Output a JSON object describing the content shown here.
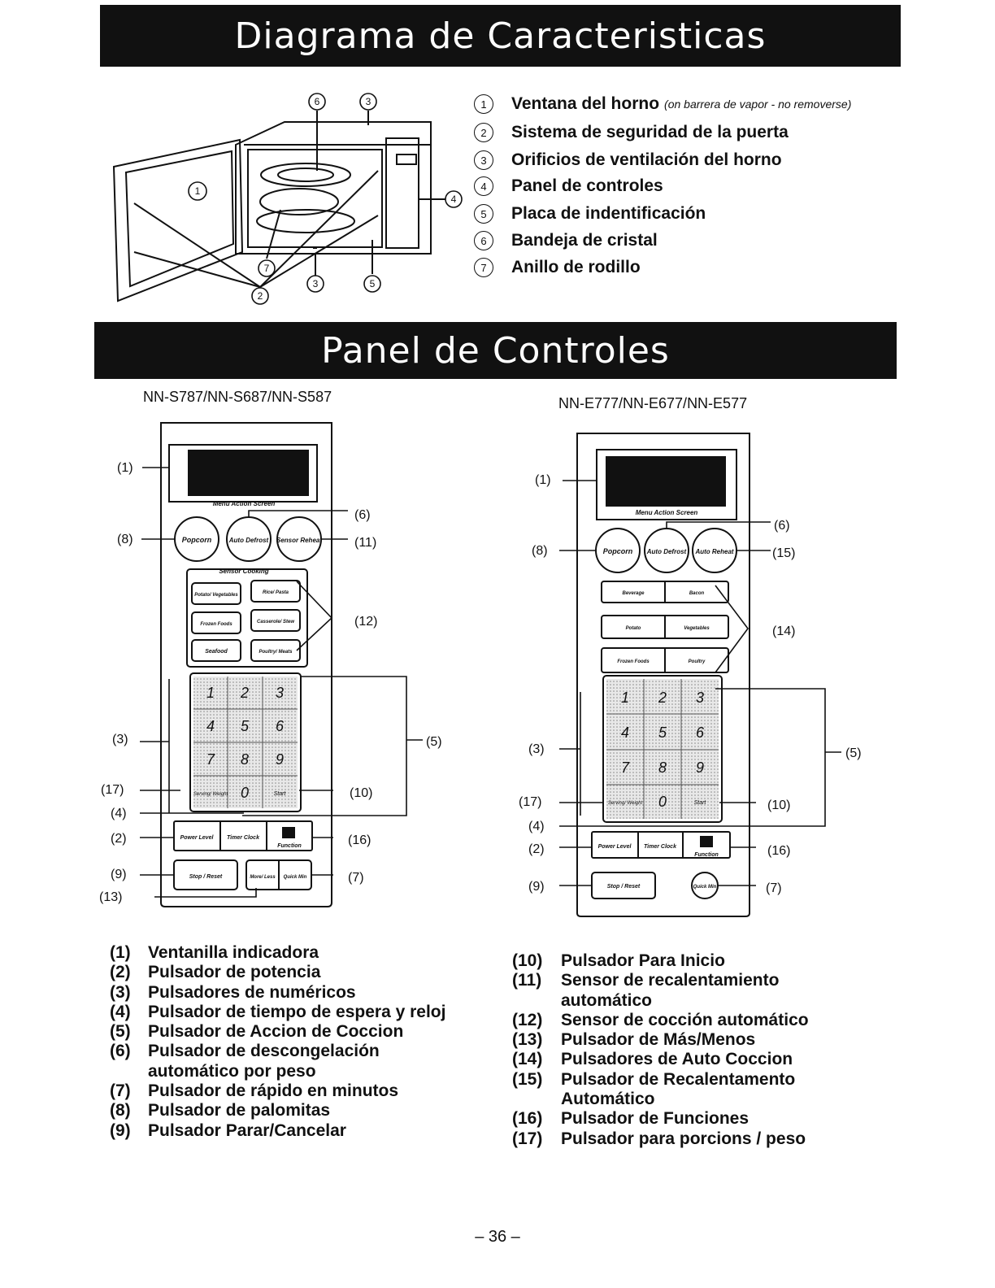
{
  "sections": {
    "features_title": "Diagrama de Caracteristicas",
    "panel_title": "Panel de Controles"
  },
  "features": [
    {
      "n": "1",
      "label": "Ventana del horno",
      "note": "(on barrera de vapor - no removerse)"
    },
    {
      "n": "2",
      "label": "Sistema de seguridad de la puerta"
    },
    {
      "n": "3",
      "label": "Orificios de ventilación del horno"
    },
    {
      "n": "4",
      "label": "Panel de controles"
    },
    {
      "n": "5",
      "label": "Placa de indentificación"
    },
    {
      "n": "6",
      "label": "Bandeja de cristal"
    },
    {
      "n": "7",
      "label": "Anillo de rodillo"
    }
  ],
  "oven_callouts": [
    "1",
    "2",
    "3",
    "3",
    "4",
    "5",
    "6",
    "7"
  ],
  "panel_left": {
    "model": "NN-S787/NN-S687/NN-S587",
    "screen_label": "Menu Action Screen",
    "sensor_label": "Sensor Cooking",
    "round_buttons": [
      "Popcorn",
      "Auto Defrost",
      "Sensor Reheat"
    ],
    "sensor_buttons": [
      "Potato/ Vegetables",
      "Rice/ Pasta",
      "Frozen Foods",
      "Casserole/ Stew",
      "Seafood",
      "Poultry/ Meats"
    ],
    "keys": [
      "1",
      "2",
      "3",
      "4",
      "5",
      "6",
      "7",
      "8",
      "9",
      "Serving/ Weight",
      "0",
      "Start"
    ],
    "bottom_buttons": [
      "Power Level",
      "Timer Clock",
      "Function"
    ],
    "stop_label": "Stop / Reset",
    "more_less": "More/ Less",
    "quick_min": "Quick Min",
    "callouts": [
      "(1)",
      "(8)",
      "(6)",
      "(11)",
      "(12)",
      "(3)",
      "(5)",
      "(17)",
      "(10)",
      "(4)",
      "(2)",
      "(16)",
      "(9)",
      "(7)",
      "(13)"
    ]
  },
  "panel_right": {
    "model": "NN-E777/NN-E677/NN-E577",
    "screen_label": "Menu Action Screen",
    "round_buttons": [
      "Popcorn",
      "Auto Defrost",
      "Auto Reheat"
    ],
    "auto_buttons": [
      "Beverage",
      "Bacon",
      "Potato",
      "Vegetables",
      "Frozen Foods",
      "Poultry"
    ],
    "keys": [
      "1",
      "2",
      "3",
      "4",
      "5",
      "6",
      "7",
      "8",
      "9",
      "Serving/ Weight",
      "0",
      "Start"
    ],
    "bottom_buttons": [
      "Power Level",
      "Timer Clock",
      "Function"
    ],
    "stop_label": "Stop / Reset",
    "quick_min": "Quick Min",
    "callouts": [
      "(1)",
      "(8)",
      "(6)",
      "(15)",
      "(14)",
      "(3)",
      "(5)",
      "(17)",
      "(10)",
      "(4)",
      "(2)",
      "(16)",
      "(9)",
      "(7)"
    ]
  },
  "legend_left": [
    {
      "k": "(1)",
      "v": "Ventanilla indicadora"
    },
    {
      "k": "(2)",
      "v": "Pulsador de potencia"
    },
    {
      "k": "(3)",
      "v": "Pulsadores de numéricos"
    },
    {
      "k": "(4)",
      "v": "Pulsador de tiempo de espera y reloj"
    },
    {
      "k": "(5)",
      "v": "Pulsador de Accion de Coccion"
    },
    {
      "k": "(6)",
      "v": "Pulsador de descongelación"
    },
    {
      "k": "",
      "v": "automático por peso"
    },
    {
      "k": "(7)",
      "v": "Pulsador de rápido en minutos"
    },
    {
      "k": "(8)",
      "v": "Pulsador de palomitas"
    },
    {
      "k": "(9)",
      "v": "Pulsador Parar/Cancelar"
    }
  ],
  "legend_right": [
    {
      "k": "(10)",
      "v": "Pulsador Para Inicio"
    },
    {
      "k": "(11)",
      "v": "Sensor de recalentamiento"
    },
    {
      "k": "",
      "v": "automático"
    },
    {
      "k": "(12)",
      "v": "Sensor de cocción automático"
    },
    {
      "k": "(13)",
      "v": "Pulsador de Más/Menos"
    },
    {
      "k": "(14)",
      "v": "Pulsadores de Auto Coccion"
    },
    {
      "k": "(15)",
      "v": "Pulsador de Recalentamento"
    },
    {
      "k": "",
      "v": "Automático"
    },
    {
      "k": "(16)",
      "v": "Pulsador de Funciones"
    },
    {
      "k": "(17)",
      "v": "Pulsador para porcions / peso"
    }
  ],
  "page_number": "– 36 –"
}
